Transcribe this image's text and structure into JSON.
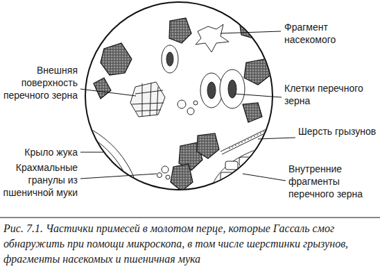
{
  "diagram": {
    "caption": "Рис. 7.1. Частички примесей в молотом перце, которые Гассаль смог обнаружить при помощи микроскопа, в том числе шерстинки грызунов, фрагменты насекомых и пшеничная мука",
    "labels": [
      "Фрагмент насекомого",
      "Внешняя поверхность перечного зерна",
      "Клетки перечного зерна",
      "Шерсть грызунов",
      "Крыло жука",
      "Крахмальные гранулы из пшеничной муки",
      "Внутренние фрагменты перечного зерна"
    ]
  }
}
